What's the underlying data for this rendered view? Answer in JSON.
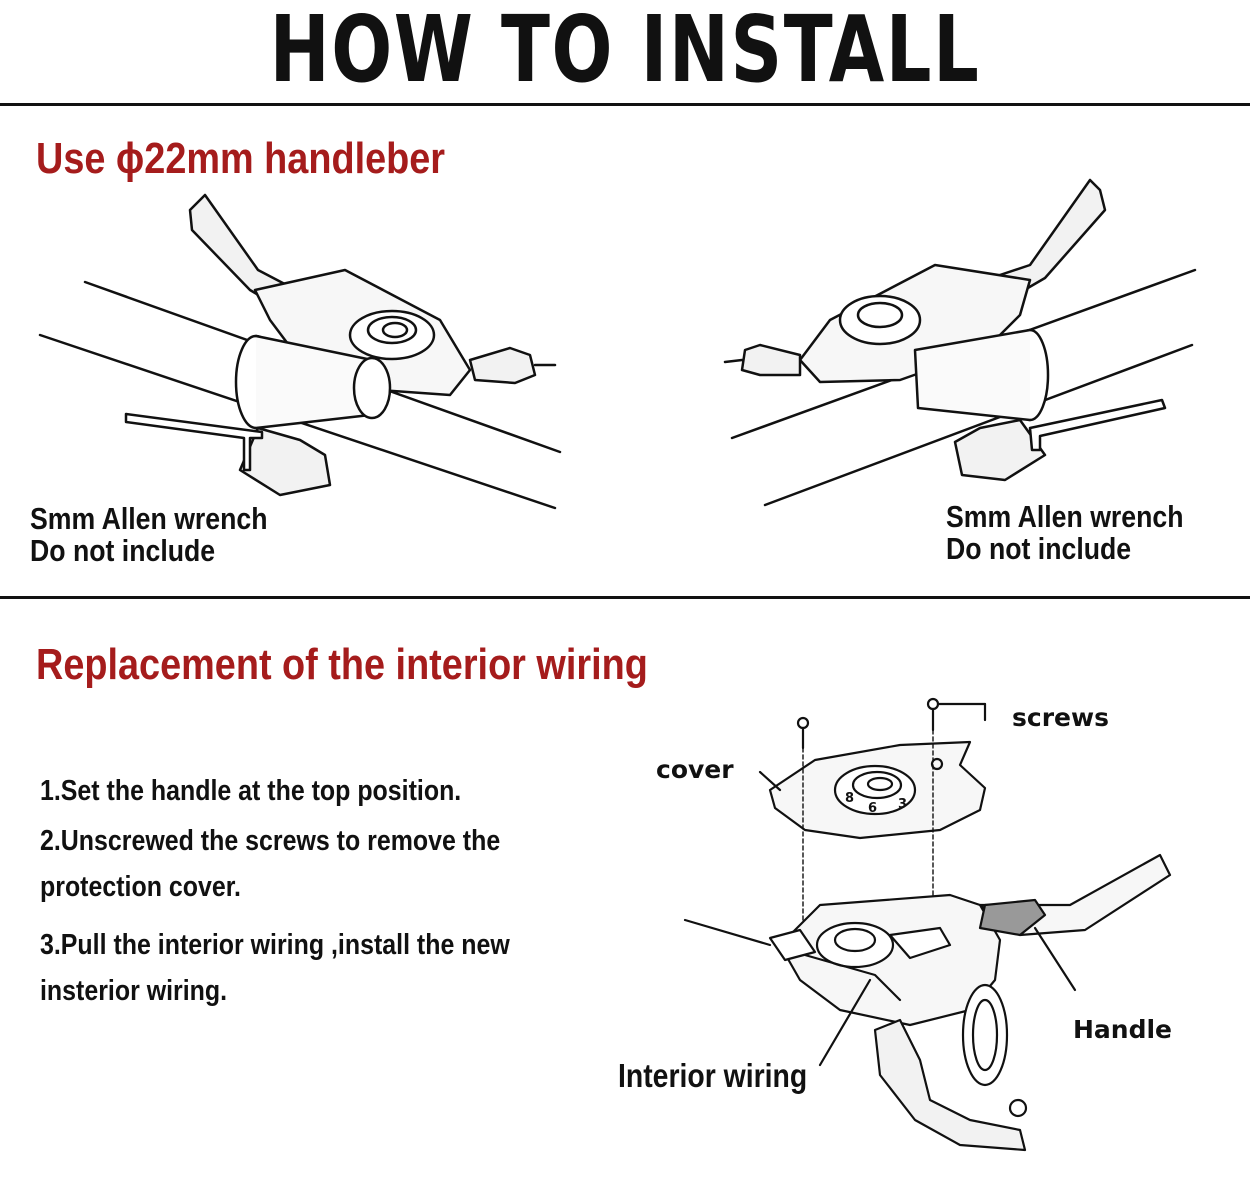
{
  "page_title": "HOW TO INSTALL",
  "section_handlebar": {
    "heading": "Use ϕ22mm handleber",
    "left_note": [
      "Smm Allen wrench",
      "Do not include"
    ],
    "right_note": [
      "Smm Allen wrench",
      "Do not include"
    ]
  },
  "section_wiring": {
    "heading": "Replacement  of the interior wiring",
    "steps": [
      "1.Set the handle at the top position.",
      "2.Unscrewed the screws to remove the",
      "protection cover.",
      "3.Pull the interior wiring ,install the new",
      "insterior wiring."
    ],
    "callouts": {
      "screws": "screws",
      "cover": "cover",
      "handle": "Handle",
      "interior_wiring": "Interior wiring"
    },
    "dial_numbers": [
      "8",
      "6",
      "3"
    ]
  },
  "colors": {
    "heading_red": "#a51c1c",
    "ink": "#111111",
    "background": "#ffffff"
  }
}
